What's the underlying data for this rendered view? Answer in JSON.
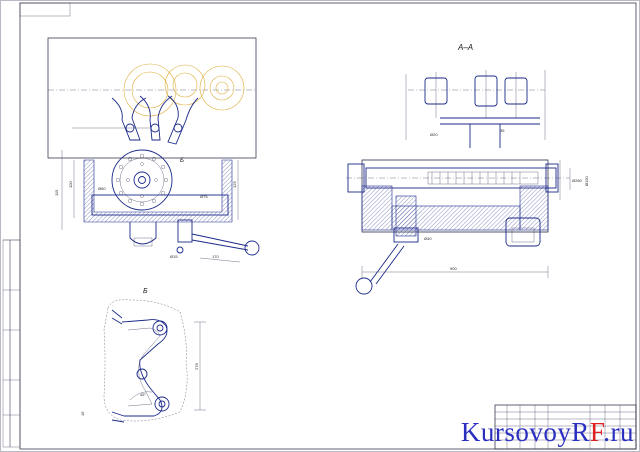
{
  "drawing": {
    "section_title": "А–А",
    "detail_view_label": "Б",
    "main_view_callout": "Б"
  },
  "dimensions": {
    "main_left_1": "115",
    "main_left_2": "100",
    "main_left_3": "Ø60",
    "main_right_1": "Ø75",
    "main_right_2": "125",
    "main_bottom_1": "170",
    "main_bottom_2": "Ø15",
    "section_width": "900",
    "section_right_1": "Ø260",
    "section_right_2": "Ø150",
    "section_top_1": "Ø20",
    "section_top_2": "35",
    "section_left_1": "Ø40",
    "detail_height": "278",
    "detail_angle": "45°",
    "detail_left": "16"
  },
  "watermark": {
    "main": "KursovoyR",
    "accent": "F",
    "suffix": ".ru"
  },
  "colors": {
    "outline": "#1b2a8a",
    "construction": "#e0b040",
    "frame": "#1f1f3a",
    "watermark_blue": "#2a2fc0",
    "watermark_red": "#e02020"
  }
}
